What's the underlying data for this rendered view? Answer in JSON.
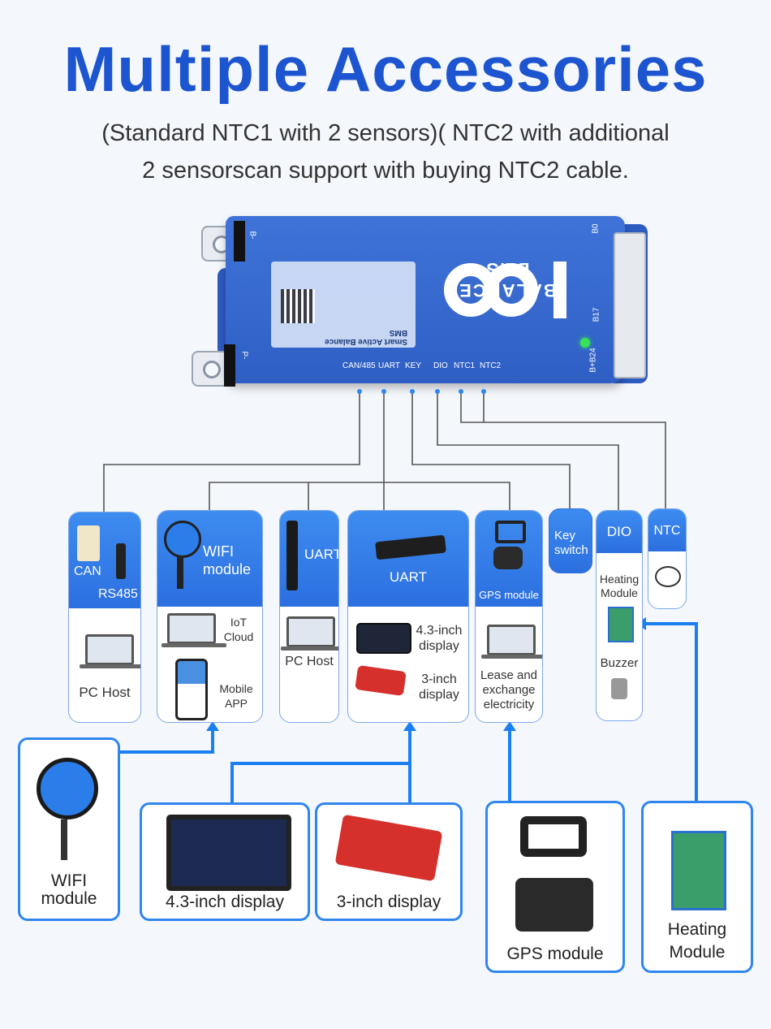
{
  "title": "Multiple Accessories",
  "subtitle_line1": "(Standard NTC1 with 2 sensors)( NTC2 with additional",
  "subtitle_line2": "2 sensorscan support with buying NTC2 cable.",
  "bms": {
    "brand": "BALANCE BMS",
    "logo": "100",
    "spec_title": "Smart Active Balance BMS",
    "terminal_bminus": "B-",
    "terminal_pminus": "P-",
    "label_b0": "B0",
    "label_b17": "B17",
    "label_bplus": "B+B24",
    "ports": [
      "CAN/485",
      "UART",
      "KEY",
      "DIO",
      "NTC1",
      "NTC2"
    ]
  },
  "cards": {
    "can": {
      "top1": "CAN",
      "top2": "RS485",
      "bottom": "PC Host"
    },
    "wifi": {
      "top1": "WIFI",
      "top2": "module",
      "iot1": "IoT",
      "iot2": "Cloud",
      "app1": "Mobile",
      "app2": "APP"
    },
    "uart1": {
      "top": "UART",
      "bottom": "PC Host"
    },
    "uart2": {
      "top": "UART",
      "d1a": "4.3-inch",
      "d1b": "display",
      "d2a": "3-inch",
      "d2b": "display"
    },
    "gps": {
      "top": "GPS module",
      "b1": "Lease and",
      "b2": "exchange",
      "b3": "electricity"
    },
    "key": {
      "l1": "Key",
      "l2": "switch"
    },
    "dio": {
      "top": "DIO",
      "h1": "Heating",
      "h2": "Module",
      "buzzer": "Buzzer"
    },
    "ntc": {
      "top": "NTC"
    }
  },
  "bottom": {
    "wifi1": "WIFI",
    "wifi2": "module",
    "display43": "4.3-inch display",
    "display3": "3-inch display",
    "gps": "GPS module",
    "heat1": "Heating",
    "heat2": "Module"
  },
  "colors": {
    "title": "#1c55cf",
    "accent": "#2f86ee",
    "board": "#3466cc"
  },
  "icons": [
    "laptop-icon",
    "phone-icon",
    "display-icon",
    "usb-icon",
    "gps-icon",
    "sensor-icon",
    "buzzer-icon"
  ]
}
